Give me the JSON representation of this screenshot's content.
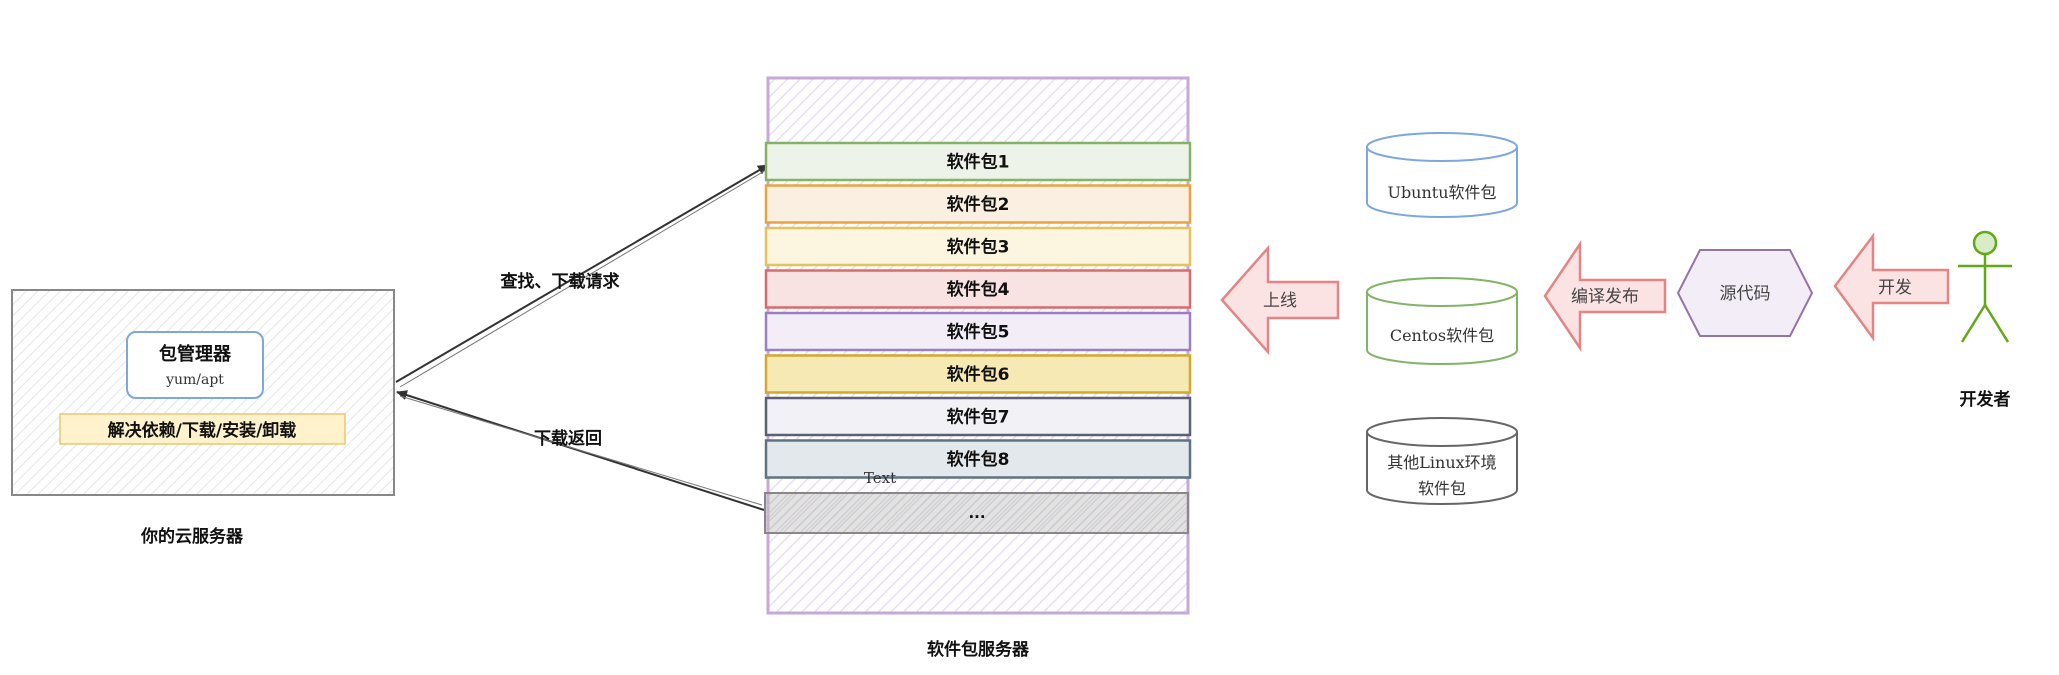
{
  "cloud_server": {
    "package_manager": "包管理器",
    "manager_commands": "yum/apt",
    "functions": "解决依赖/下载/安装/卸载",
    "caption": "你的云服务器"
  },
  "arrows": {
    "request": "查找、下载请求",
    "response": "下载返回",
    "online": "上线",
    "compile_publish": "编译发布",
    "develop": "开发"
  },
  "package_server": {
    "caption": "软件包服务器",
    "packages": [
      {
        "label": "软件包1",
        "color": "#82b366",
        "fill": "#eef3ea"
      },
      {
        "label": "软件包2",
        "color": "#e8a33c",
        "fill": "#fbefe2"
      },
      {
        "label": "软件包3",
        "color": "#e6c35a",
        "fill": "#fcf5e0"
      },
      {
        "label": "软件包4",
        "color": "#d96b6b",
        "fill": "#f9e2e2"
      },
      {
        "label": "软件包5",
        "color": "#9b7fc0",
        "fill": "#f2edf6"
      },
      {
        "label": "软件包6",
        "color": "#d1a92e",
        "fill": "#f6e9b4"
      },
      {
        "label": "软件包7",
        "color": "#5b6170",
        "fill": "#f1f1f6"
      },
      {
        "label": "软件包8",
        "color": "#5f7282",
        "fill": "#e3e8ed"
      }
    ],
    "stray_text": "Text",
    "more": "..."
  },
  "repositories": {
    "ubuntu": "Ubuntu软件包",
    "centos": "Centos软件包",
    "other_line1": "其他Linux环境",
    "other_line2": "软件包"
  },
  "source_code": "源代码",
  "developer": "开发者",
  "colors": {
    "server_border": "#888888",
    "package_server_border": "#c6a9d8",
    "manager_border": "#7ea6e0",
    "functions_fill": "#fff2cc",
    "ubuntu": "#7ea6e0",
    "centos": "#82b366",
    "other": "#666666",
    "arrow_red": "#e58484",
    "hexagon": "#9673a6",
    "developer": "#60a917"
  }
}
